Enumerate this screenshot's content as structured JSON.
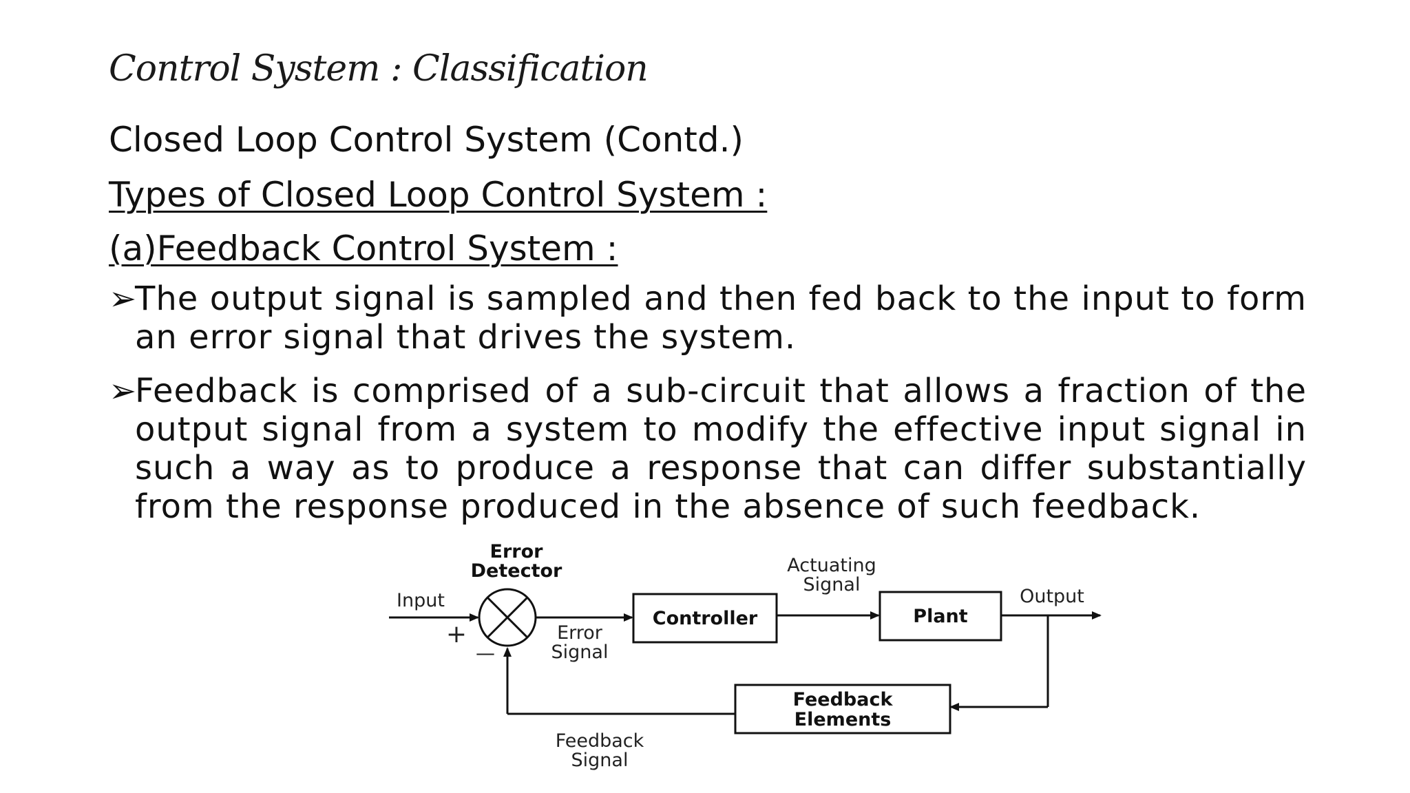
{
  "slide": {
    "title": "Control System : Classification",
    "subtitle": "Closed Loop Control System (Contd.)",
    "types_heading": "Types of Closed Loop Control System :",
    "sub_heading": "(a)Feedback Control System :",
    "bullet_marker": "➢",
    "bullets": [
      "The output signal is sampled and then fed back to the input to form an error signal that drives the system.",
      "Feedback is comprised of a sub-circuit that allows a fraction of the output signal from a system to modify the effective input signal in such a way as to produce a response that can differ substantially from the response produced in the absence of such feedback."
    ]
  },
  "diagram": {
    "error_detector_line1": "Error",
    "error_detector_line2": "Detector",
    "input_label": "Input",
    "plus_sign": "+",
    "minus_sign": "—",
    "error_signal_line1": "Error",
    "error_signal_line2": "Signal",
    "controller_label": "Controller",
    "actuating_signal_line1": "Actuating",
    "actuating_signal_line2": "Signal",
    "plant_label": "Plant",
    "output_label": "Output",
    "feedback_elements_line1": "Feedback",
    "feedback_elements_line2": "Elements",
    "feedback_signal_line1": "Feedback",
    "feedback_signal_line2": "Signal"
  }
}
